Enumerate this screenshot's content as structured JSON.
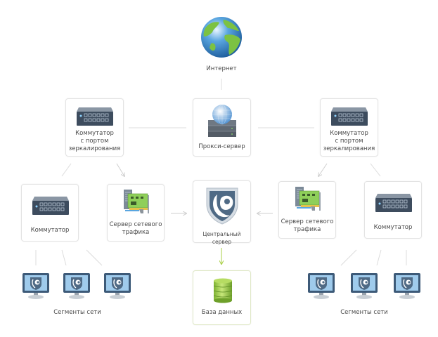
{
  "diagram": {
    "internet": {
      "label": "Интернет"
    },
    "proxy": {
      "label": "Прокси-сервер"
    },
    "mirror_switch_left": {
      "label_lines": [
        "Коммутатор",
        "с портом",
        "зеркалирования"
      ]
    },
    "mirror_switch_right": {
      "label_lines": [
        "Коммутатор",
        "с портом",
        "зеркалирования"
      ]
    },
    "switch_left": {
      "label": "Коммутатор"
    },
    "switch_right": {
      "label": "Коммутатор"
    },
    "traffic_server_left": {
      "label_lines": [
        "Сервер сетевого",
        "трафика"
      ]
    },
    "traffic_server_right": {
      "label_lines": [
        "Сервер сетевого",
        "трафика"
      ]
    },
    "central_server": {
      "label": "Центральный сервер"
    },
    "database": {
      "label": "База данных"
    },
    "segments_left": {
      "label": "Сегменты сети"
    },
    "segments_right": {
      "label": "Сегменты сети"
    }
  },
  "colors": {
    "line": "#d9d9d9",
    "db_accent": "#a8cf45",
    "shield": "#4f6a85",
    "card_border": "#e3e3e3"
  }
}
